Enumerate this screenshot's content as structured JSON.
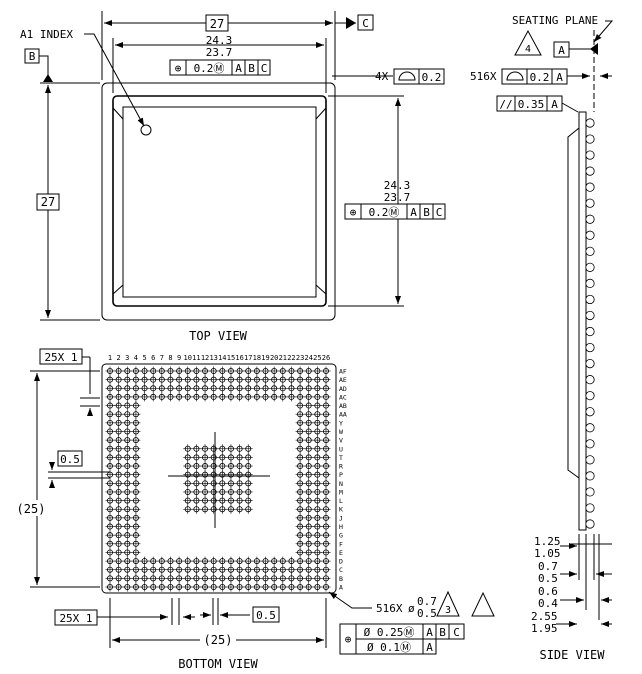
{
  "top_view": {
    "dim_width": "27",
    "datum_c": "C",
    "dim_inner_width_max": "24.3",
    "dim_inner_width_min": "23.7",
    "fcf_top": [
      "⊕",
      "0.2Ⓜ",
      "A",
      "B",
      "C"
    ],
    "a1_index": "A1 INDEX",
    "datum_b": "B",
    "corner_callout_prefix": "4X",
    "corner_callout_value": "0.2",
    "dim_height": "27",
    "dim_inner_height_max": "24.3",
    "dim_inner_height_min": "23.7",
    "fcf_right": [
      "⊕",
      "0.2Ⓜ",
      "A",
      "B",
      "C"
    ],
    "label": "TOP VIEW"
  },
  "bottom_view": {
    "pitch_top": "25X 1",
    "ball_size": "0.5",
    "height_ref": "(25)",
    "pitch_bottom": "25X 1",
    "ball_size_bottom": "0.5",
    "width_ref": "(25)",
    "ball_callout_prefix": "516X",
    "ball_dia_max": "0.7",
    "ball_dia_min": "0.5",
    "note_triangle": "3",
    "fcf1": [
      "Ø 0.25Ⓜ",
      "A",
      "B",
      "C"
    ],
    "fcf2": [
      "Ø 0.1Ⓜ",
      "A"
    ],
    "fcf_symbol": "⊕",
    "label": "BOTTOM VIEW",
    "columns": [
      "1",
      "2",
      "3",
      "4",
      "5",
      "6",
      "7",
      "8",
      "9",
      "10",
      "11",
      "12",
      "13",
      "14",
      "15",
      "16",
      "17",
      "18",
      "19",
      "20",
      "21",
      "22",
      "23",
      "24",
      "25",
      "26"
    ],
    "rows": [
      "AF",
      "AE",
      "AD",
      "AC",
      "AB",
      "AA",
      "Y",
      "W",
      "V",
      "U",
      "T",
      "R",
      "P",
      "N",
      "M",
      "L",
      "K",
      "J",
      "H",
      "G",
      "F",
      "E",
      "D",
      "C",
      "B",
      "A"
    ]
  },
  "side_view": {
    "seating_plane": "SEATING PLANE",
    "note_triangle": "4",
    "datum_a": "A",
    "coplanarity_prefix": "516X",
    "coplanarity_value": "0.2",
    "coplanarity_datum": "A",
    "parallelism_symbol": "//",
    "parallelism_value": "0.35",
    "parallelism_datum": "A",
    "dim1_max": "1.25",
    "dim1_min": "1.05",
    "dim2_max": "0.7",
    "dim2_min": "0.5",
    "dim3_max": "0.6",
    "dim3_min": "0.4",
    "dim4_max": "2.55",
    "dim4_min": "1.95",
    "label": "SIDE VIEW"
  }
}
